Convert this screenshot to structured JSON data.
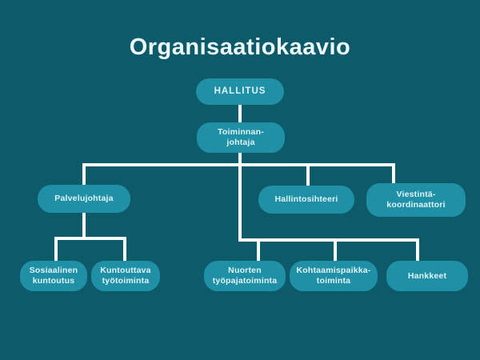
{
  "title": "Organisaatiokaavio",
  "colors": {
    "background": "#0d5b6a",
    "node_fill": "#1f90a6",
    "node_text": "#dff4f8",
    "connector": "#fbfdfd",
    "title_text": "#eefafc"
  },
  "nodes": {
    "hallitus": {
      "label": "HALLITUS",
      "lines": [
        "HALLITUS"
      ]
    },
    "toiminnanjohtaja": {
      "label": "Toiminnan-johtaja",
      "lines": [
        "Toiminnan-",
        "johtaja"
      ]
    },
    "palvelujohtaja": {
      "label": "Palvelujohtaja",
      "lines": [
        "Palvelujohtaja"
      ]
    },
    "hallintosihteeri": {
      "label": "Hallintosihteeri",
      "lines": [
        "Hallintosihteeri"
      ]
    },
    "viestintakoordinaattori": {
      "label": "Viestintä-koordinaattori",
      "lines": [
        "Viestintä-",
        "koordinaattori"
      ]
    },
    "sosiaalinen": {
      "label": "Sosiaalinen kuntoutus",
      "lines": [
        "Sosiaalinen",
        "kuntoutus"
      ]
    },
    "kuntouttava": {
      "label": "Kuntouttava työtoiminta",
      "lines": [
        "Kuntouttava",
        "työtoiminta"
      ]
    },
    "nuorten": {
      "label": "Nuorten työpajatoiminta",
      "lines": [
        "Nuorten",
        "työpajatoiminta"
      ]
    },
    "kohtaamispaikka": {
      "label": "Kohtaamispaikka-toiminta",
      "lines": [
        "Kohtaamispaikka-",
        "toiminta"
      ]
    },
    "hankkeet": {
      "label": "Hankkeet",
      "lines": [
        "Hankkeet"
      ]
    }
  },
  "edges": [
    {
      "from": "hallitus",
      "to": "toiminnanjohtaja"
    },
    {
      "from": "toiminnanjohtaja",
      "to": "palvelujohtaja"
    },
    {
      "from": "toiminnanjohtaja",
      "to": "hallintosihteeri"
    },
    {
      "from": "toiminnanjohtaja",
      "to": "viestintakoordinaattori"
    },
    {
      "from": "toiminnanjohtaja",
      "to": "nuorten"
    },
    {
      "from": "toiminnanjohtaja",
      "to": "kohtaamispaikka"
    },
    {
      "from": "toiminnanjohtaja",
      "to": "hankkeet"
    },
    {
      "from": "palvelujohtaja",
      "to": "sosiaalinen"
    },
    {
      "from": "palvelujohtaja",
      "to": "kuntouttava"
    }
  ]
}
